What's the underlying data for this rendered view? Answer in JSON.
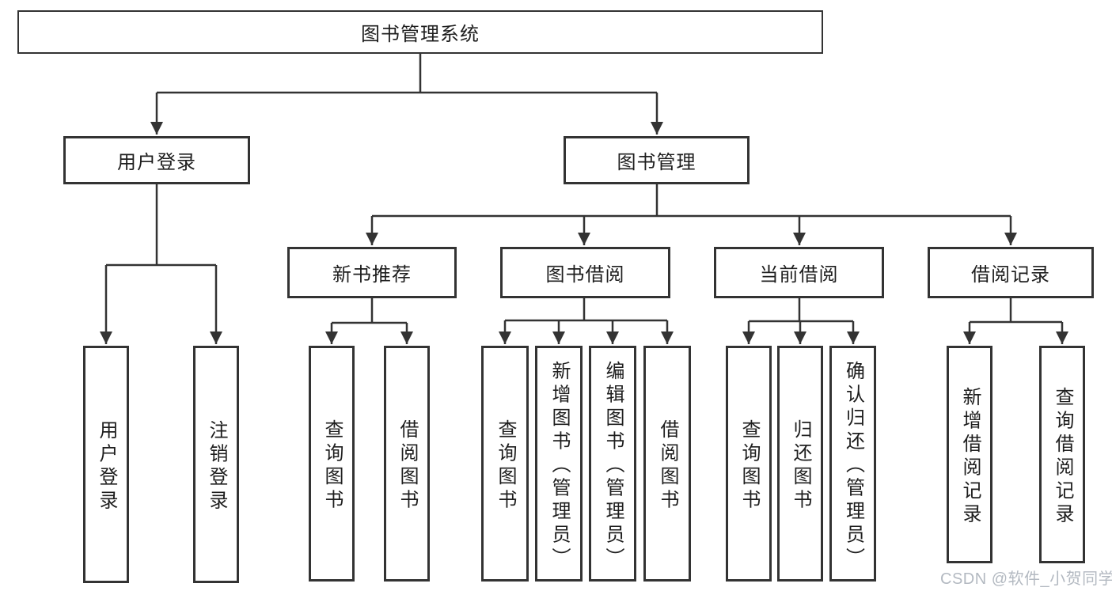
{
  "diagram": {
    "root": {
      "label": "图书管理系统"
    },
    "level1": [
      {
        "label": "用户登录"
      },
      {
        "label": "图书管理"
      }
    ],
    "level2": [
      {
        "label": "新书推荐"
      },
      {
        "label": "图书借阅"
      },
      {
        "label": "当前借阅"
      },
      {
        "label": "借阅记录"
      }
    ],
    "leaves": {
      "user_login": [
        "用户登录",
        "注销登录"
      ],
      "new_books": [
        "查询图书",
        "借阅图书"
      ],
      "book_borrow": [
        "查询图书",
        "新增图书（管理员）",
        "编辑图书（管理员）",
        "借阅图书"
      ],
      "current_borrow": [
        "查询图书",
        "归还图书",
        "确认归还（管理员）"
      ],
      "borrow_records": [
        "新增借阅记录",
        "查询借阅记录"
      ]
    }
  },
  "watermark": {
    "text": "CSDN @软件_小贺同学"
  },
  "colors": {
    "line": "#333333",
    "text": "#1e1e1e",
    "box_background": "#ffffff",
    "watermark": "#b3b9c1"
  }
}
